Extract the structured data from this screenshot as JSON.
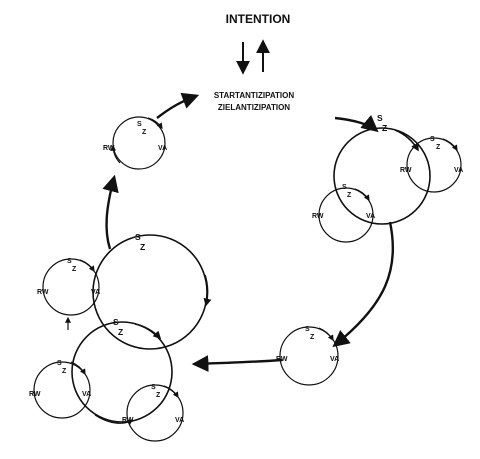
{
  "title": "INTENTION",
  "anticipation": {
    "line1": "STARTANTIZIPATION",
    "line2": "ZIELANTIZIPATION"
  },
  "labels": {
    "s": "S",
    "z": "Z",
    "rw": "RW",
    "va": "VA"
  },
  "icons": {
    "arrow_down": "arrow-down-icon",
    "arrow_up": "arrow-up-icon"
  }
}
